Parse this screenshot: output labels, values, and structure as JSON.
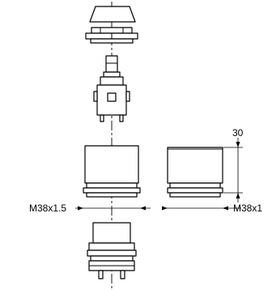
{
  "labels": {
    "thread_left": "M38x1.5",
    "thread_right": "M38x1",
    "height_dimension": "30"
  }
}
